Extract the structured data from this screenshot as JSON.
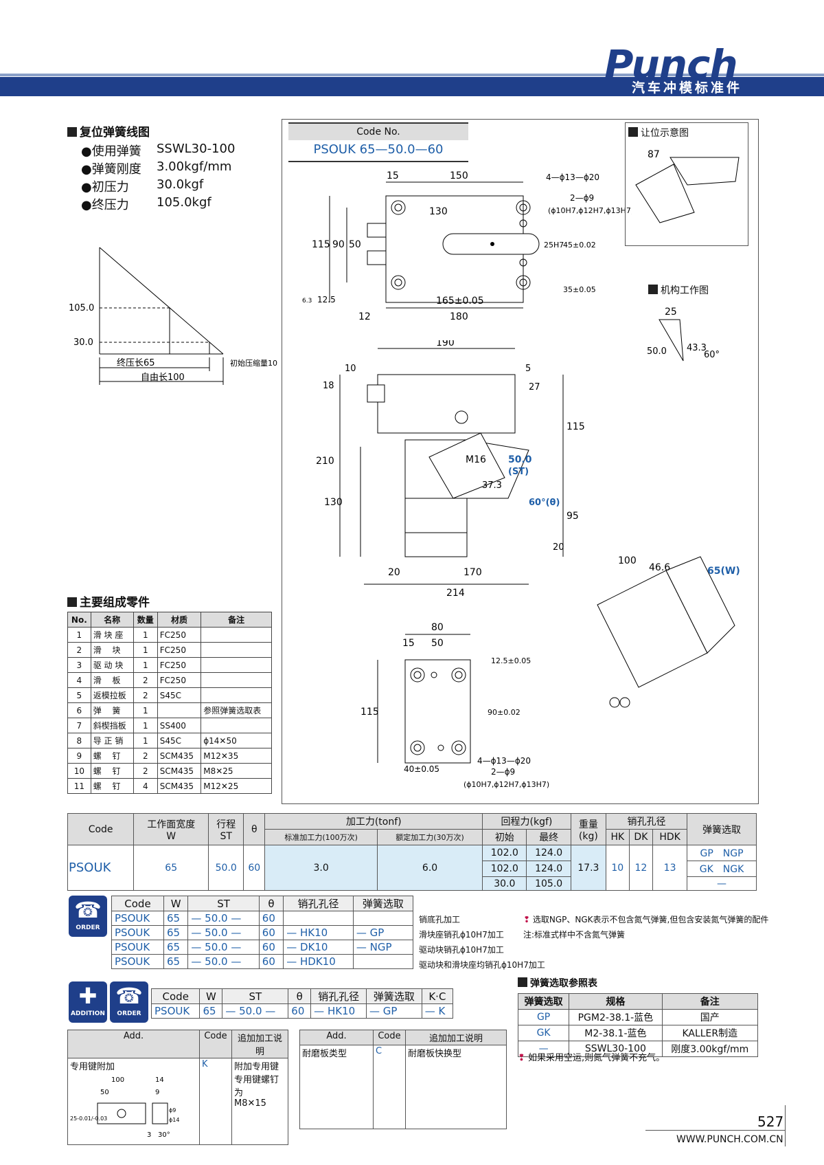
{
  "header": {
    "logo": "Punch",
    "subtitle": "汽车冲模标准件"
  },
  "spring_section": {
    "title": "复位弹簧线图",
    "rows": [
      {
        "label": "●使用弹簧",
        "value": "SSWL30-100"
      },
      {
        "label": "●弹簧刚度",
        "value": "3.00kgf/mm"
      },
      {
        "label": "●初压力",
        "value": "30.0kgf"
      },
      {
        "label": "●终压力",
        "value": "105.0kgf"
      }
    ],
    "graph": {
      "y1": "105.0",
      "y2": "30.0",
      "l1": "终压长65",
      "l2": "初始压缩量10",
      "l3": "自由长100"
    }
  },
  "code_box": {
    "label": "Code No.",
    "value": "PSOUK 65—50.0—60"
  },
  "drawing_labels": {
    "top": [
      "15",
      "150",
      "4—ϕ13—ϕ20",
      "2—ϕ9",
      "(ϕ10H7,ϕ12H7,ϕ13H7)",
      "130",
      "115",
      "90",
      "50",
      "25H7",
      "45±0.02",
      "35±0.05",
      "165±0.05",
      "12.5",
      "6.3",
      "12",
      "180"
    ],
    "mid": [
      "190",
      "10",
      "18",
      "5",
      "27",
      "115",
      "210",
      "130",
      "M16",
      "50.0",
      "(ST)",
      "37.3",
      "60°(θ)",
      "95",
      "20",
      "20",
      "170",
      "214"
    ],
    "bottom": [
      "80",
      "15",
      "50",
      "12.5±0.05",
      "115",
      "90±0.02",
      "4—ϕ13—ϕ20",
      "2—ϕ9",
      "(ϕ10H7,ϕ12H7,ϕ13H7)",
      "40±0.05"
    ],
    "right": [
      "让位示意图",
      "87",
      "机构工作图",
      "25",
      "50.0",
      "43.3",
      "60°",
      "100",
      "46.6",
      "65(W)"
    ]
  },
  "parts": {
    "title": "主要组成零件",
    "headers": [
      "No.",
      "名称",
      "数量",
      "材质",
      "备注"
    ],
    "rows": [
      [
        "1",
        "滑 块 座",
        "1",
        "FC250",
        ""
      ],
      [
        "2",
        "滑　 块",
        "1",
        "FC250",
        ""
      ],
      [
        "3",
        "驱 动 块",
        "1",
        "FC250",
        ""
      ],
      [
        "4",
        "滑　 板",
        "2",
        "FC250",
        ""
      ],
      [
        "5",
        "返模拉板",
        "2",
        "S45C",
        ""
      ],
      [
        "6",
        "弹　 簧",
        "1",
        "",
        "参照弹簧选取表"
      ],
      [
        "7",
        "斜楔挡板",
        "1",
        "SS400",
        ""
      ],
      [
        "8",
        "导 正 销",
        "1",
        "S45C",
        "ϕ14✕50"
      ],
      [
        "9",
        "螺　 钉",
        "2",
        "SCM435",
        "M12✕35"
      ],
      [
        "10",
        "螺　 钉",
        "2",
        "SCM435",
        "M8✕25"
      ],
      [
        "11",
        "螺　 钉",
        "4",
        "SCM435",
        "M12✕25"
      ]
    ]
  },
  "main_table": {
    "h_code": "Code",
    "h_w": "工作面宽度",
    "h_w2": "W",
    "h_st": "行程",
    "h_st2": "ST",
    "h_theta": "θ",
    "h_force": "加工力(tonf)",
    "h_f1": "标准加工力(100万次)",
    "h_f2": "额定加工力(30万次)",
    "h_ret": "回程力(kgf)",
    "h_r1": "初始",
    "h_r2": "最终",
    "h_wt": "重量",
    "h_wt2": "(kg)",
    "h_pin": "销孔孔径",
    "h_hk": "HK",
    "h_dk": "DK",
    "h_hdk": "HDK",
    "h_spring": "弹簧选取",
    "code": "PSOUK",
    "w": "65",
    "st": "50.0",
    "theta": "60",
    "f1": "3.0",
    "f2": "6.0",
    "r_init": [
      "102.0",
      "102.0",
      "30.0"
    ],
    "r_final": [
      "124.0",
      "124.0",
      "105.0"
    ],
    "weight": "17.3",
    "hk": "10",
    "dk": "12",
    "hdk": "13",
    "spring": [
      "GP　NGP",
      "GK　NGK",
      "—"
    ]
  },
  "order": {
    "icon_label": "ORDER",
    "headers": [
      "Code",
      "W",
      "ST",
      "θ",
      "销孔孔径",
      "弹簧选取"
    ],
    "rows": [
      [
        "PSOUK",
        "65",
        "— 50.0 —",
        "60",
        "",
        ""
      ],
      [
        "PSOUK",
        "65",
        "— 50.0 —",
        "60",
        "— HK10",
        "— GP"
      ],
      [
        "PSOUK",
        "65",
        "— 50.0 —",
        "60",
        "— DK10",
        "— NGP"
      ],
      [
        "PSOUK",
        "65",
        "— 50.0 —",
        "60",
        "— HDK10",
        ""
      ]
    ],
    "notes": [
      "销底孔加工",
      "滑块座销孔ϕ10H7加工",
      "驱动块销孔ϕ10H7加工",
      "驱动块和滑块座均销孔ϕ10H7加工"
    ],
    "remark1": "选取NGP、NGK表示不包含氮气弹簧,但包含安装氮气弹簧的配件",
    "remark2": "注:标准式样中不含氮气弹簧"
  },
  "addition": {
    "icon1": "ADDITION",
    "icon2": "ORDER",
    "headers": [
      "Code",
      "W",
      "ST",
      "θ",
      "销孔孔径",
      "弹簧选取",
      "K·C"
    ],
    "row": [
      "PSOUK",
      "65",
      "— 50.0 —",
      "60",
      "— HK10",
      "— GP",
      "— K"
    ]
  },
  "add_table": {
    "h": [
      "Add.",
      "Code",
      "追加加工说明",
      "Add.",
      "Code",
      "追加加工说明"
    ],
    "left": {
      "add": "专用键附加",
      "code": "K",
      "desc": "附加专用键\n专用键螺钉为\nM8✕15"
    },
    "right": {
      "add": "耐磨板类型",
      "code": "C",
      "desc": "耐磨板快换型"
    },
    "dims": [
      "100",
      "50",
      "14",
      "9",
      "25-0.01/-0.03",
      "ϕ9",
      "ϕ14",
      "3",
      "30°"
    ]
  },
  "spring_ref": {
    "title": "弹簧选取参照表",
    "headers": [
      "弹簧选取",
      "规格",
      "备注"
    ],
    "rows": [
      [
        "GP",
        "PGM2-38.1-蓝色",
        "国产"
      ],
      [
        "GK",
        "M2-38.1-蓝色",
        "KALLER制造"
      ],
      [
        "—",
        "SSWL30-100",
        "刚度3.00kgf/mm"
      ]
    ],
    "note": "如果采用空运,则氮气弹簧不充气。"
  },
  "footer": {
    "page": "527",
    "url": "WWW.PUNCH.COM.CN"
  }
}
